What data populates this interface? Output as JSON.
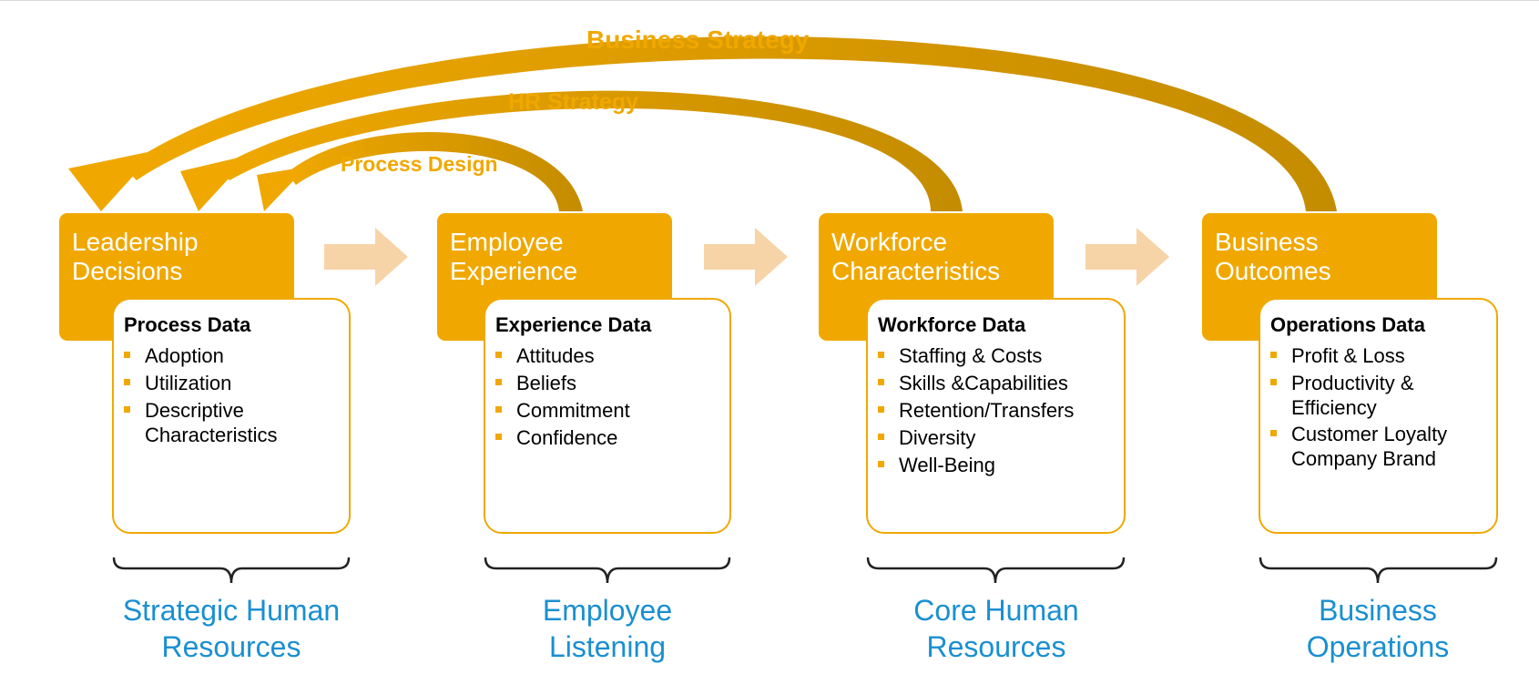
{
  "arcs": {
    "business_strategy": "Business Strategy",
    "hr_strategy": "HR Strategy",
    "process_design": "Process Design"
  },
  "stages": [
    {
      "title_line1": "Leadership",
      "title_line2": "Decisions",
      "data_title": "Process Data",
      "items": [
        {
          "line1": "Adoption",
          "line2": ""
        },
        {
          "line1": "Utilization",
          "line2": ""
        },
        {
          "line1": "Descriptive",
          "line2": "Characteristics"
        }
      ],
      "group_line1": "Strategic Human",
      "group_line2": "Resources"
    },
    {
      "title_line1": "Employee",
      "title_line2": "Experience",
      "data_title": "Experience Data",
      "items": [
        {
          "line1": "Attitudes",
          "line2": ""
        },
        {
          "line1": "Beliefs",
          "line2": ""
        },
        {
          "line1": "Commitment",
          "line2": ""
        },
        {
          "line1": "Confidence",
          "line2": ""
        }
      ],
      "group_line1": "Employee",
      "group_line2": "Listening"
    },
    {
      "title_line1": "Workforce",
      "title_line2": "Characteristics",
      "data_title": "Workforce Data",
      "items": [
        {
          "line1": "Staffing & Costs",
          "line2": ""
        },
        {
          "line1": "Skills &Capabilities",
          "line2": ""
        },
        {
          "line1": "Retention/Transfers",
          "line2": ""
        },
        {
          "line1": "Diversity",
          "line2": ""
        },
        {
          "line1": "Well-Being",
          "line2": ""
        }
      ],
      "group_line1": "Core Human",
      "group_line2": "Resources"
    },
    {
      "title_line1": "Business",
      "title_line2": "Outcomes",
      "data_title": "Operations Data",
      "items": [
        {
          "line1": "Profit & Loss",
          "line2": ""
        },
        {
          "line1": "Productivity &",
          "line2": "Efficiency"
        },
        {
          "line1": "Customer Loyalty",
          "line2": "Company Brand"
        }
      ],
      "group_line1": "Business",
      "group_line2": "Operations"
    }
  ],
  "colors": {
    "accent": "#f0a800",
    "arc_dark": "#c48c00",
    "flow_arrow": "#f7d4a8",
    "group_label": "#1a8fd1"
  }
}
